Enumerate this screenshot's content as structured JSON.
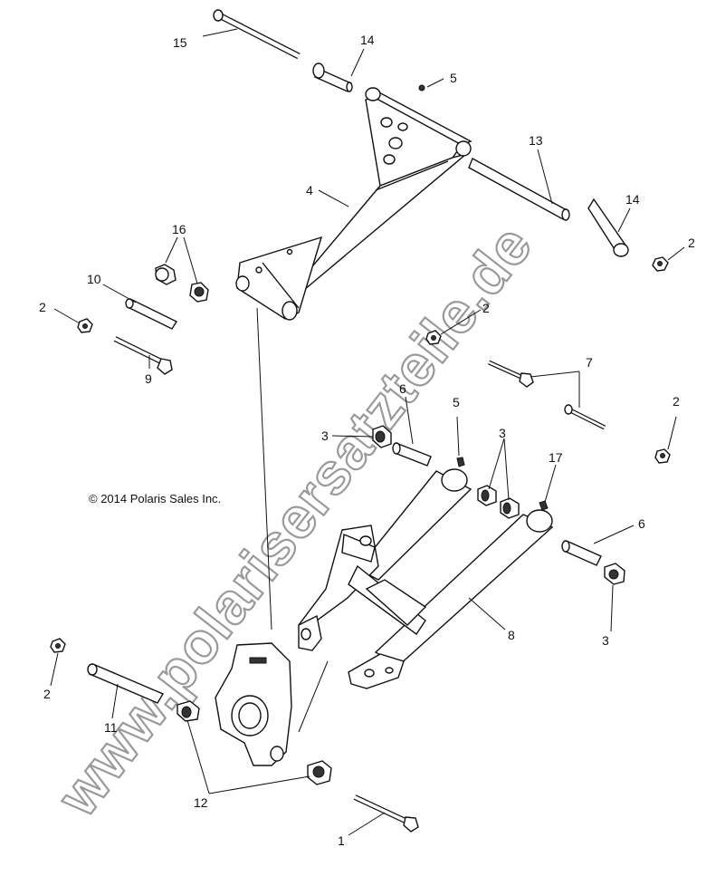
{
  "copyright": "© 2014 Polaris Sales Inc.",
  "watermark": "www.polarisersatzteile.de",
  "callouts": {
    "c15": "15",
    "c14a": "14",
    "c5a": "5",
    "c13": "13",
    "c4": "4",
    "c14b": "14",
    "c2a": "2",
    "c16": "16",
    "c10": "10",
    "c2b": "2",
    "c2c": "2",
    "c9": "9",
    "c7": "7",
    "c6a": "6",
    "c5b": "5",
    "c2d": "2",
    "c3a": "3",
    "c3b": "3",
    "c17": "17",
    "c6b": "6",
    "c3c": "3",
    "c8": "8",
    "c2e": "2",
    "c11": "11",
    "c12": "12",
    "c1": "1"
  }
}
